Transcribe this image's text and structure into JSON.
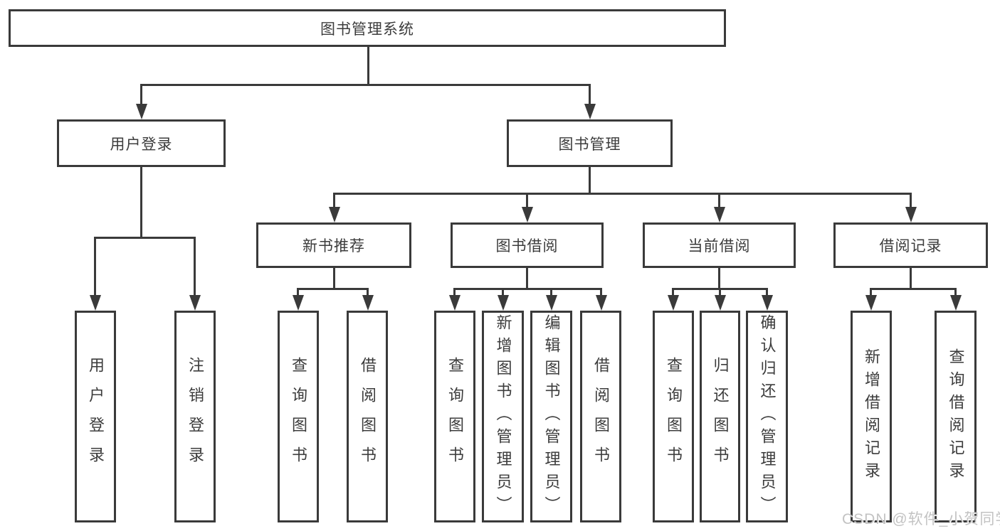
{
  "diagram_type": "hierarchy-tree",
  "watermark": "CSDN @软件_小贺同学",
  "colors": {
    "line": "#3a3a3a",
    "box_border": "#3a3a3a",
    "box_fill": "#ffffff",
    "text": "#3c3c3c",
    "watermark": "#c3c3c3"
  },
  "nodes": {
    "root": {
      "label": "图书管理系统"
    },
    "user_login": {
      "label": "用户登录"
    },
    "book_manage": {
      "label": "图书管理"
    },
    "new_books": {
      "label": "新书推荐"
    },
    "book_borrow": {
      "label": "图书借阅"
    },
    "current_borrow": {
      "label": "当前借阅"
    },
    "borrow_records": {
      "label": "借阅记录"
    },
    "leaf_user_login": {
      "label": "用户登录"
    },
    "leaf_logout": {
      "label": "注销登录"
    },
    "leaf_nb_query": {
      "label": "查询图书"
    },
    "leaf_nb_borrow": {
      "label": "借阅图书"
    },
    "leaf_bb_query": {
      "label": "查询图书"
    },
    "leaf_bb_add": {
      "label": "新增图书（管理员）"
    },
    "leaf_bb_edit": {
      "label": "编辑图书（管理员）"
    },
    "leaf_bb_borrow": {
      "label": "借阅图书"
    },
    "leaf_cb_query": {
      "label": "查询图书"
    },
    "leaf_cb_return": {
      "label": "归还图书"
    },
    "leaf_cb_confirm": {
      "label": "确认归还（管理员）"
    },
    "leaf_br_add": {
      "label": "新增借阅记录"
    },
    "leaf_br_query": {
      "label": "查询借阅记录"
    }
  },
  "hierarchy": {
    "图书管理系统": {
      "用户登录": [
        "用户登录",
        "注销登录"
      ],
      "图书管理": {
        "新书推荐": [
          "查询图书",
          "借阅图书"
        ],
        "图书借阅": [
          "查询图书",
          "新增图书（管理员）",
          "编辑图书（管理员）",
          "借阅图书"
        ],
        "当前借阅": [
          "查询图书",
          "归还图书",
          "确认归还（管理员）"
        ],
        "借阅记录": [
          "新增借阅记录",
          "查询借阅记录"
        ]
      }
    }
  }
}
